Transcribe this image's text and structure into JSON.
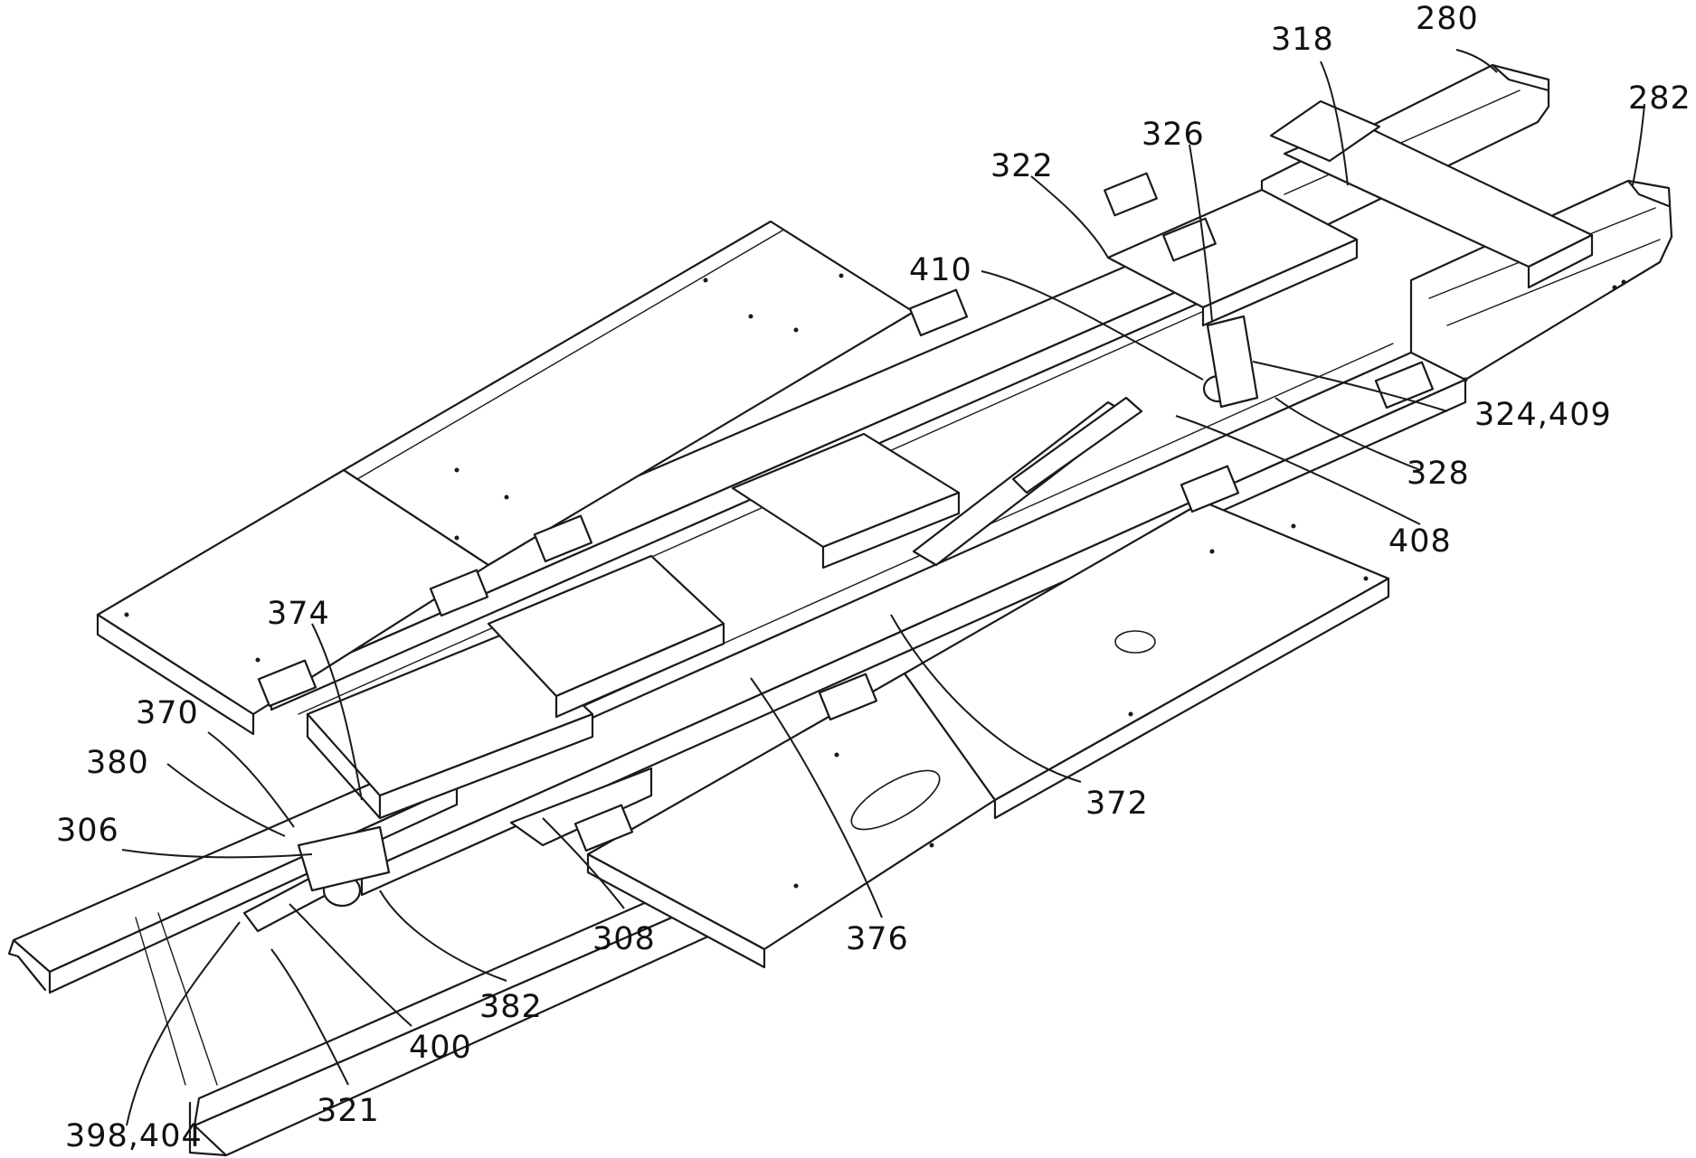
{
  "figure": {
    "labels": {
      "l280": "280",
      "l282": "282",
      "l318": "318",
      "l326": "326",
      "l322": "322",
      "l410": "410",
      "l324_409": "324,409",
      "l328": "328",
      "l408": "408",
      "l374": "374",
      "l370": "370",
      "l380": "380",
      "l306": "306",
      "l372": "372",
      "l308": "308",
      "l376": "376",
      "l382": "382",
      "l400": "400",
      "l321": "321",
      "l398_404": "398,404"
    }
  }
}
